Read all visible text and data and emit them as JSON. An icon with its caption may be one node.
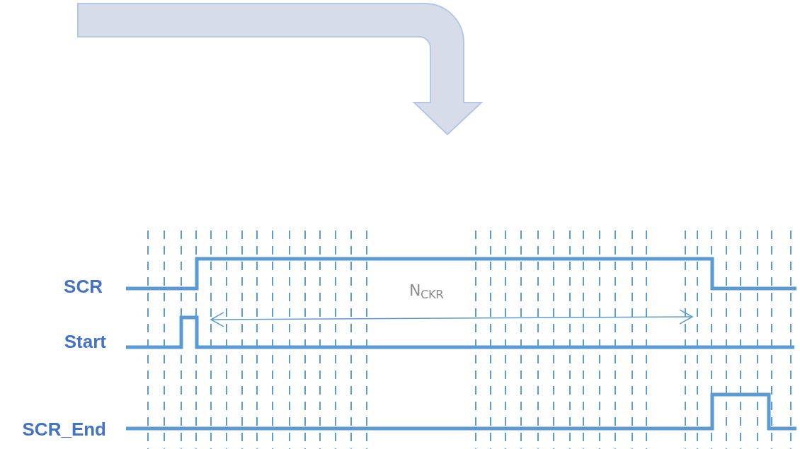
{
  "diagram": {
    "labels": [
      "SCR",
      "Start",
      "SCR_End",
      "N$_{CKR}$"
    ]
  }
}
